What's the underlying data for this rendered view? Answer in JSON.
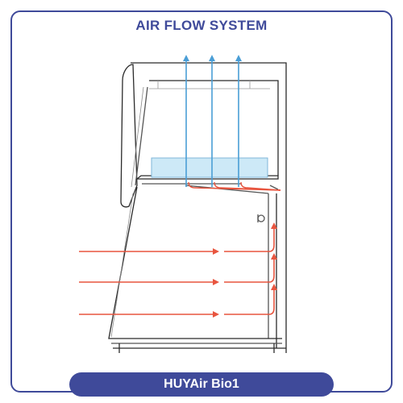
{
  "header": {
    "title": "AIR FLOW SYSTEM"
  },
  "footer": {
    "product_name": "HUYAir Bio1"
  },
  "colors": {
    "brand": "#3f4a9a",
    "outline": "#2b2b2b",
    "filter_fill": "#cde9f7",
    "airflow_up": "#4a9ed6",
    "airflow_in": "#e8553f"
  },
  "diagram": {
    "equipment": "biosafety-cabinet-side-view",
    "exhaust_arrows": 3,
    "inflow_arrows": 3,
    "recirculation_arrows": 3
  }
}
